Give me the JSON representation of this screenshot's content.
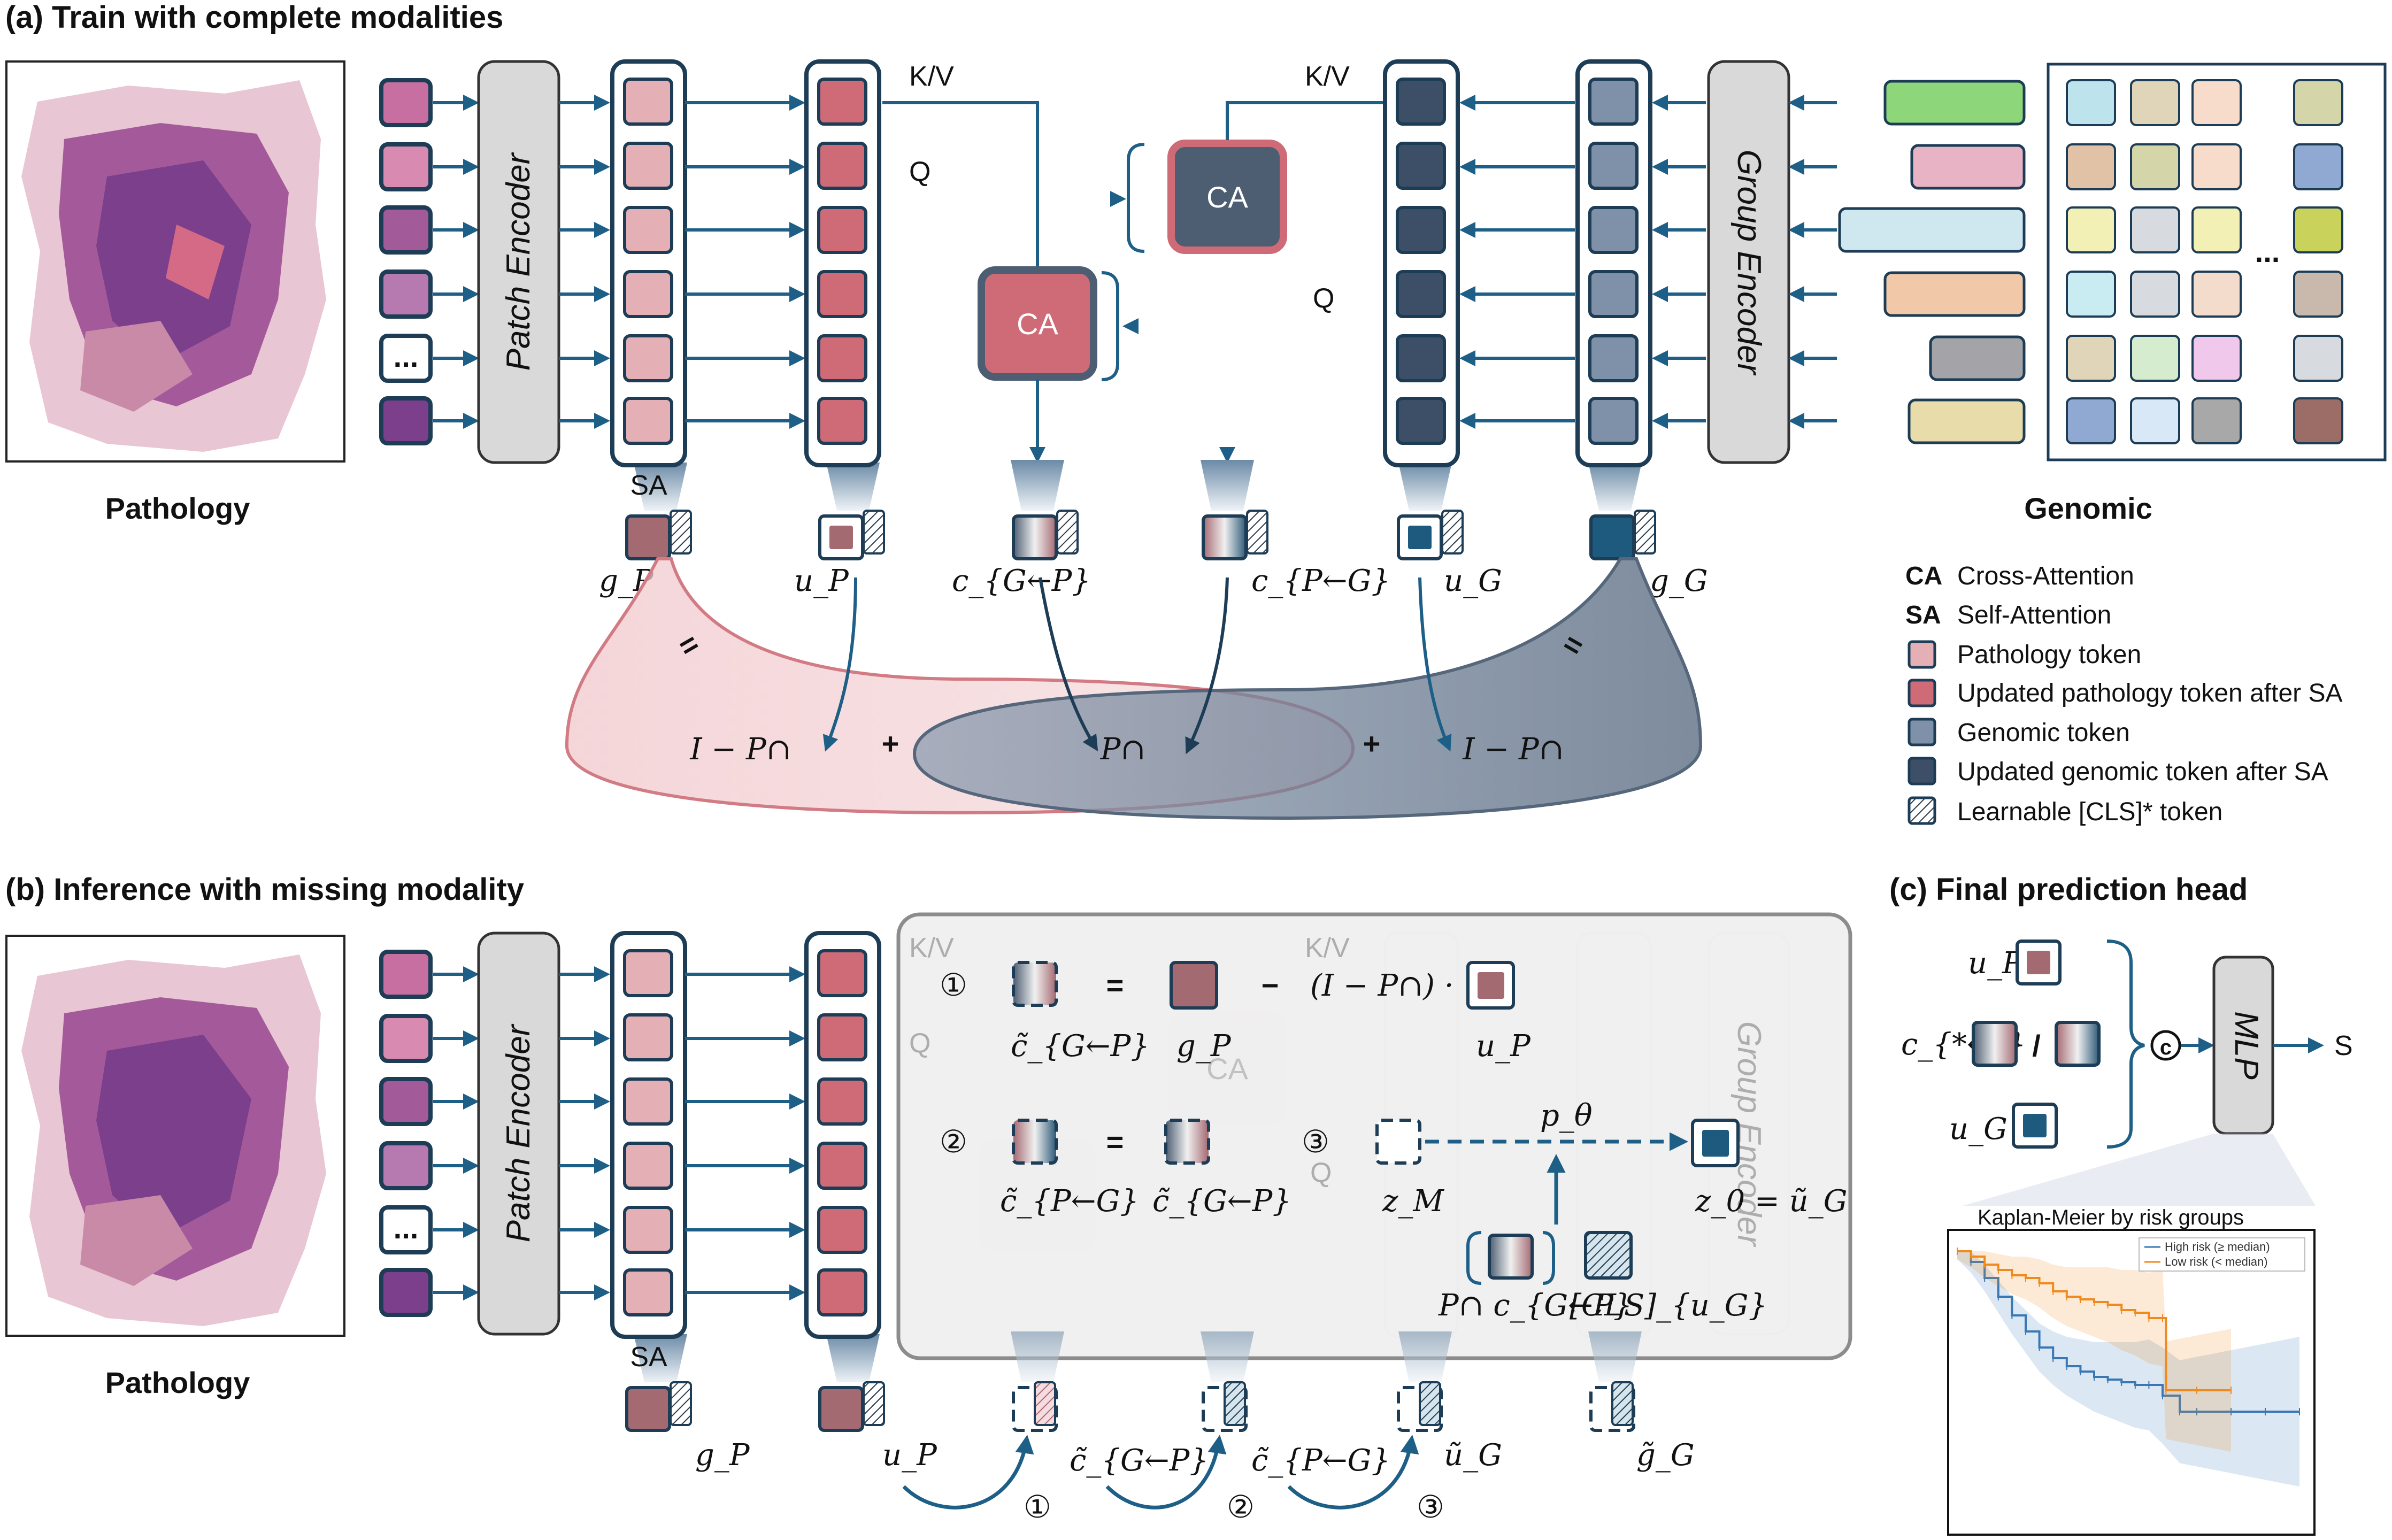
{
  "panel_a": {
    "title": "(a) Train with complete modalities",
    "pathology_label": "Pathology",
    "genomic_label": "Genomic",
    "patch_encoder": "Patch Encoder",
    "group_encoder": "Group Encoder",
    "sa": "SA",
    "kv_left": "K/V",
    "q_left": "Q",
    "kv_right": "K/V",
    "q_right": "Q",
    "ca_top": "CA",
    "ca_bottom": "CA",
    "ellipsis": "...",
    "tok_gP": "g_P",
    "tok_uP": "u_P",
    "tok_cGP": "c_{G←P}",
    "tok_cPG": "c_{P←G}",
    "tok_uG": "u_G",
    "tok_gG": "g_G",
    "eq_left": "=",
    "eq_right": "=",
    "proj_left": "I − P∩",
    "proj_mid": "P∩",
    "proj_right": "I − P∩",
    "plus": "+"
  },
  "legend": {
    "ca_abbr": "CA",
    "ca_text": "Cross-Attention",
    "sa_abbr": "SA",
    "sa_text": "Self-Attention",
    "items": [
      "Pathology token",
      "Updated pathology token after SA",
      "Genomic token",
      "Updated genomic token after SA",
      "Learnable [CLS]* token"
    ]
  },
  "panel_b": {
    "title": "(b) Inference with missing modality",
    "pathology_label": "Pathology",
    "patch_encoder": "Patch Encoder",
    "sa": "SA",
    "step1": "①",
    "step2": "②",
    "step3": "③",
    "eq1": "=",
    "minus": "−",
    "proj": "(I − P∩) ·",
    "eq2": "=",
    "cGP_tilde": "c̃_{G←P}",
    "gP": "g_P",
    "uP": "u_P",
    "cPG_tilde": "c̃_{P←G}",
    "cGP_tilde2": "c̃_{G←P}",
    "zM": "z_M",
    "p_theta": "p_θ",
    "z0": "z_0 = ũ_G",
    "pc": "P∩ c_{G←P}",
    "cls": "[CLS]_{u_G}",
    "bottom_gP": "g_P",
    "bottom_uP": "u_P",
    "bottom_cGP": "c̃_{G←P}",
    "bottom_cPG": "c̃_{P←G}",
    "bottom_uG": "ũ_G",
    "bottom_gG": "g̃_G",
    "ghost_kv": "K/V",
    "ghost_q": "Q",
    "ghost_ca": "CA",
    "ghost_group": "Group Encoder"
  },
  "panel_c": {
    "title": "(c) Final prediction head",
    "uP": "u_P",
    "c_star": "c_{*←*}",
    "slash": "/",
    "uG": "u_G",
    "concat": "c",
    "mlp": "MLP",
    "output": "S"
  },
  "chart_data": {
    "type": "line",
    "title": "Kaplan-Meier by risk groups",
    "xlabel": "",
    "ylabel": "",
    "series": [
      {
        "name": "High risk (≥ median)",
        "color": "#3a78b5",
        "x": [
          0,
          0.04,
          0.08,
          0.12,
          0.16,
          0.2,
          0.24,
          0.28,
          0.32,
          0.36,
          0.4,
          0.44,
          0.48,
          0.52,
          0.56,
          0.6,
          0.65,
          0.7,
          0.8,
          0.9,
          1.0
        ],
        "y": [
          1.0,
          0.96,
          0.9,
          0.83,
          0.76,
          0.7,
          0.64,
          0.6,
          0.57,
          0.55,
          0.53,
          0.52,
          0.51,
          0.5,
          0.5,
          0.46,
          0.4,
          0.4,
          0.4,
          0.4,
          0.4
        ]
      },
      {
        "name": "Low risk (< median)",
        "color": "#f08a1e",
        "x": [
          0,
          0.04,
          0.08,
          0.12,
          0.16,
          0.2,
          0.24,
          0.28,
          0.32,
          0.36,
          0.4,
          0.44,
          0.48,
          0.52,
          0.56,
          0.6,
          0.61,
          0.7,
          0.8
        ],
        "y": [
          1.0,
          0.98,
          0.95,
          0.93,
          0.91,
          0.9,
          0.88,
          0.85,
          0.83,
          0.82,
          0.81,
          0.8,
          0.78,
          0.77,
          0.75,
          0.75,
          0.48,
          0.48,
          0.48
        ]
      }
    ],
    "ylim": [
      0,
      1
    ],
    "xlim": [
      0,
      1
    ]
  },
  "colors": {
    "pathology_token": "#e4b0b6",
    "updated_pathology": "#cf6b77",
    "genomic_token": "#7e91a9",
    "updated_genomic": "#3d4f66",
    "column_border": "#1d3c55",
    "arrow": "#1d5f86"
  }
}
